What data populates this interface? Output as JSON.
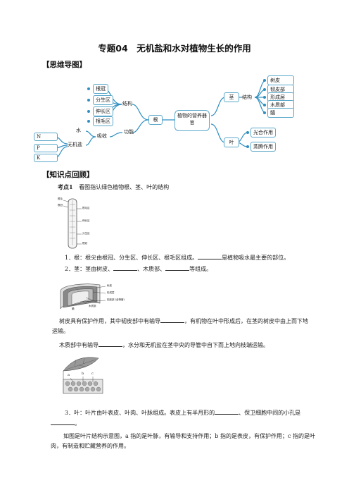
{
  "title": "专题04　无机盐和水对植物生长的作用",
  "sections": {
    "mindmap_header": "【思维导图】",
    "review_header": "【知识点回顾】"
  },
  "mindmap": {
    "center": "植物的营养器官",
    "root": "根",
    "stem": "茎",
    "leaf": "叶",
    "root_structure": "结构",
    "root_function": "功能",
    "root_parts": [
      "根冠",
      "分生区",
      "伸长区",
      "根毛区"
    ],
    "absorb": "吸收",
    "water": "水",
    "minerals": "无机盐",
    "nutrients": [
      "N",
      "P",
      "K"
    ],
    "stem_structure": "结构",
    "stem_parts": [
      "树皮",
      "韧皮部",
      "形成层",
      "木质部",
      "髓"
    ],
    "leaf_functions": [
      "光合作用",
      "蒸腾作用"
    ]
  },
  "content": {
    "point1_label": "考点1",
    "point1_text": "看图指认绿色植物根、茎、叶的结构",
    "q1_a": "1．根：根尖由根冠、分生区、伸长区、根毛区组成。",
    "q1_b": "是植物吸水最主要的部位。",
    "q2_a": "2．茎：茎由树皮、",
    "q2_b": "、木质部、",
    "q2_c": "等组成。",
    "p1_a": "树皮具有保护作用，其中韧皮部中有输导",
    "p1_b": "，有机物在叶中形成后，在茎的树皮中由上而下地运输。",
    "p2_a": "木质部中有输导",
    "p2_b": "，水分和无机盐在茎中央的导管中自下而上地向枝端运输。",
    "q3_a": "3．叶：叶片由叶表皮、叶肉、叶脉组成。表皮上有半月形的",
    "q3_b": "、保卫细胞中间的小孔是",
    "q3_c": "。",
    "p3": "如图是叶片结构示意图，a 指的是叶脉，有输导和支持作用；b 指的是表皮，有保护作用；c 指的是叶肉，有制造和贮藏营养的作用。"
  },
  "figures": {
    "root_labels": [
      "根毛",
      "根冠",
      "根毛区",
      "伸长区",
      "分生区",
      "根冠"
    ],
    "stem_labels": [
      "树皮",
      "形成层",
      "木质部",
      "韧皮部 (含筛管)",
      "髓"
    ],
    "leaf_labels": [
      "a",
      "b",
      "c"
    ]
  }
}
